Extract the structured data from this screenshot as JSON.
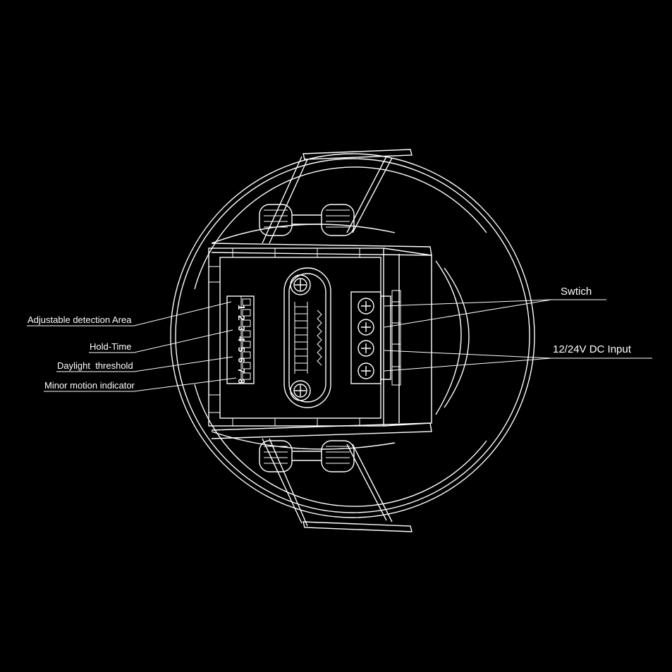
{
  "labels": {
    "adjustable_detection_area": "Adjustable detection Area",
    "hold_time": "Hold-Time",
    "daylight_threshold": "Daylight  threshold",
    "minor_motion_indicator": "Minor motion indicator",
    "switch": "Swtich",
    "dc_input": "12/24V DC Input"
  },
  "dip_switch_numbers": [
    "1",
    "2",
    "3",
    "4",
    "5",
    "6",
    "7",
    "8"
  ],
  "colors": {
    "background": "#000000",
    "line": "#ffffff"
  }
}
